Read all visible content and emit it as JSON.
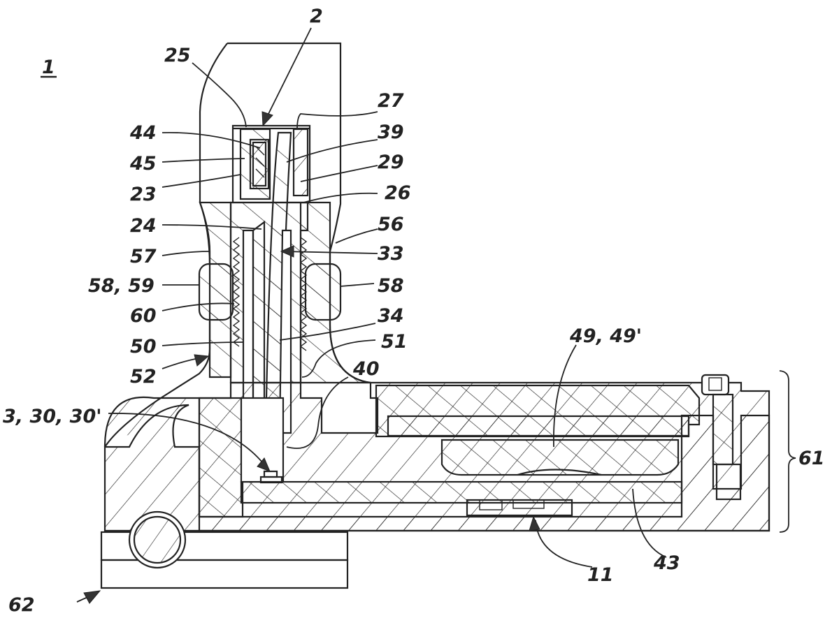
{
  "figure": {
    "title_ref": "1",
    "description": "Cross-sectional view of sensor device assembly"
  },
  "colors": {
    "line": "#222222",
    "background": "#ffffff"
  },
  "labels": {
    "l1": "1",
    "l2": "2",
    "l25": "25",
    "l27": "27",
    "l39": "39",
    "l29": "29",
    "l26": "26",
    "l56": "56",
    "l33": "33",
    "l44": "44",
    "l45": "45",
    "l23": "23",
    "l24": "24",
    "l57": "57",
    "l58_59": "58, 59",
    "l58": "58",
    "l60": "60",
    "l34": "34",
    "l50": "50",
    "l51": "51",
    "l52": "52",
    "l40": "40",
    "l49": "49, 49'",
    "l3": "3, 30, 30'",
    "l61": "61",
    "l11": "11",
    "l43": "43",
    "l62": "62"
  }
}
